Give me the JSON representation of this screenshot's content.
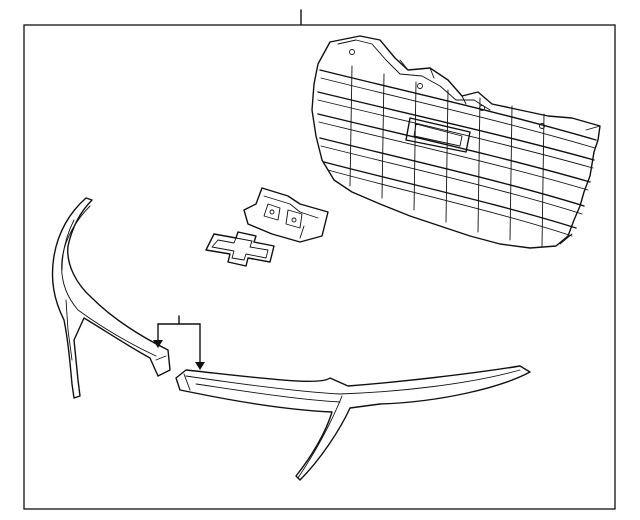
{
  "diagram": {
    "kind": "exploded parts diagram",
    "parts": [
      "grille-assembly",
      "emblem-bracket",
      "emblem",
      "left-molding",
      "lower-molding"
    ],
    "callouts": 2
  },
  "colors": {
    "line": "#111111",
    "background": "#ffffff"
  }
}
